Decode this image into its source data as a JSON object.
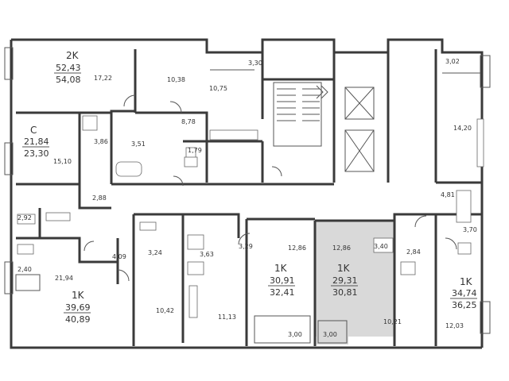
{
  "units": [
    {
      "id": "u2k",
      "type": "2K",
      "living": "52,43",
      "total": "54,08"
    },
    {
      "id": "uc",
      "type": "C",
      "living": "21,84",
      "total": "23,30"
    },
    {
      "id": "u1a",
      "type": "1K",
      "living": "39,69",
      "total": "40,89"
    },
    {
      "id": "u1b",
      "type": "1K",
      "living": "30,91",
      "total": "32,41"
    },
    {
      "id": "u1c",
      "type": "1K",
      "living": "29,31",
      "total": "30,81"
    },
    {
      "id": "u1d",
      "type": "1K",
      "living": "34,74",
      "total": "36,25"
    }
  ],
  "rooms": [
    "17,22",
    "10,38",
    "3,30",
    "10,75",
    "8,78",
    "1,79",
    "3,02",
    "14,20",
    "4,81",
    "3,70",
    "3,86",
    "3,51",
    "15,10",
    "2,88",
    "2,92",
    "4,09",
    "3,24",
    "3,63",
    "3,29",
    "12,86",
    "12,86",
    "3,40",
    "2,84",
    "2,40",
    "21,94",
    "10,42",
    "11,13",
    "3,00",
    "3,00",
    "10,21",
    "12,03"
  ]
}
